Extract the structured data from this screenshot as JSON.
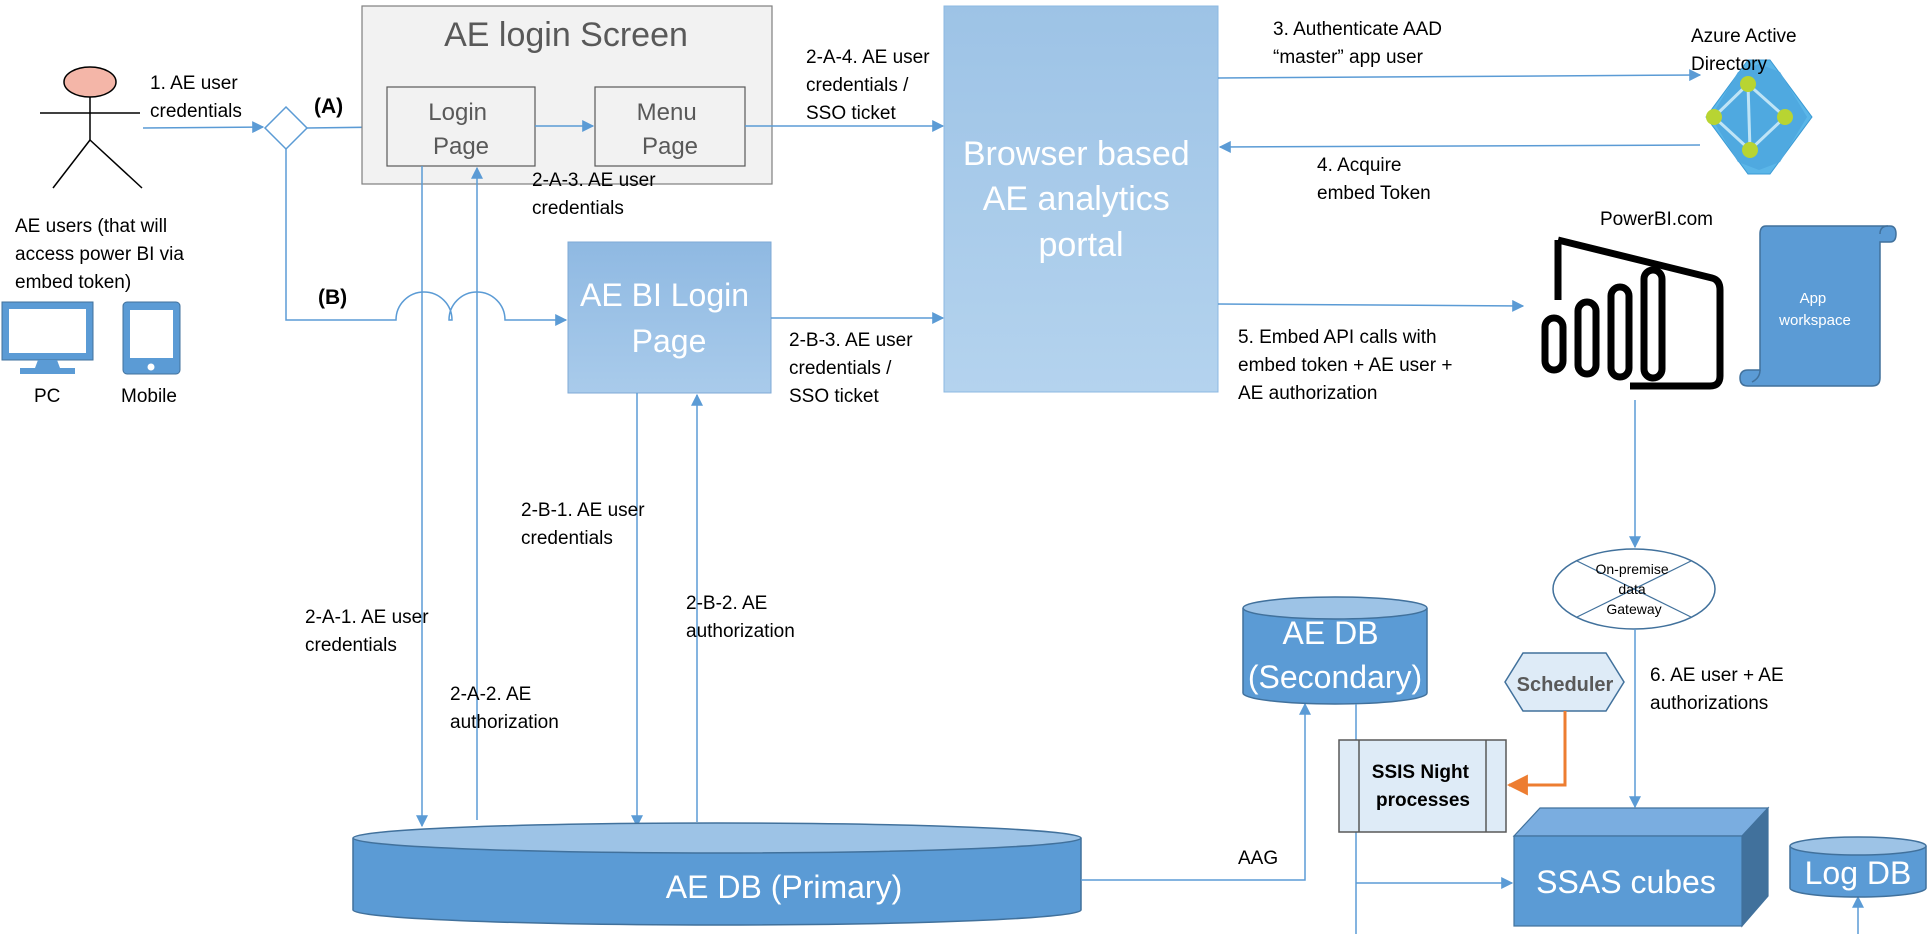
{
  "colors": {
    "arrow": "#5B9BD5",
    "box_dark": "#5B9BD5",
    "box_light": "#9DC3E6",
    "box_grey": "#F2F2F2",
    "stroke": "#41719C",
    "accent_orange": "#ED7D31",
    "actor_head": "#F4B6A8"
  },
  "actor": {
    "caption": [
      "AE users (that will",
      "access power BI via",
      "embed token)"
    ],
    "pc_label": "PC",
    "mobile_label": "Mobile"
  },
  "boxes": {
    "login_screen": "AE login Screen",
    "login_page": [
      "Login",
      "Page"
    ],
    "menu_page": [
      "Menu",
      "Page"
    ],
    "bi_login_page": [
      "AE BI Login",
      "Page"
    ],
    "portal": [
      "Browser based",
      "AE analytics",
      "portal"
    ],
    "ae_db_primary": "AE DB (Primary)",
    "ae_db_secondary": [
      "AE DB",
      "(Secondary)"
    ],
    "scheduler": "Scheduler",
    "ssis": [
      "SSIS Night",
      "processes"
    ],
    "ssas": "SSAS cubes",
    "log_db": "Log DB",
    "gateway": [
      "On-premise",
      "data",
      "Gateway"
    ],
    "azure_ad": [
      "Azure Active",
      "Directory"
    ],
    "powerbi": "PowerBI.com",
    "app_workspace": [
      "App",
      "workspace"
    ]
  },
  "path_labels": {
    "a": "(A)",
    "b": "(B)"
  },
  "edge_labels": {
    "step1": [
      "1. AE user",
      "credentials"
    ],
    "a4": [
      "2-A-4. AE user",
      "credentials /",
      "SSO ticket"
    ],
    "a3": [
      "2-A-3. AE user",
      "credentials"
    ],
    "b3": [
      "2-B-3. AE user",
      "credentials /",
      "SSO ticket"
    ],
    "b1": [
      "2-B-1. AE user",
      "credentials"
    ],
    "b2": [
      "2-B-2. AE",
      "authorization"
    ],
    "a1": [
      "2-A-1. AE user",
      "credentials"
    ],
    "a2": [
      "2-A-2. AE",
      "authorization"
    ],
    "step3": [
      "3. Authenticate AAD",
      "“master” app user"
    ],
    "step4": [
      "4. Acquire",
      "embed Token"
    ],
    "step5": [
      "5. Embed API calls with",
      "embed token + AE user +",
      "AE authorization"
    ],
    "step6": [
      "6. AE user + AE",
      "authorizations"
    ],
    "aag": "AAG"
  }
}
